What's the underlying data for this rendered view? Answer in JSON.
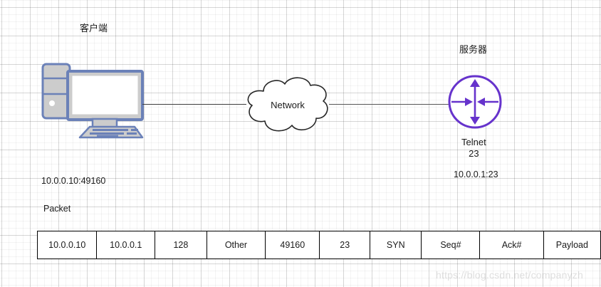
{
  "diagram": {
    "nodes": {
      "client": {
        "label": "客户端",
        "address": "10.0.0.10:49160",
        "icon": "desktop-computer-icon"
      },
      "network": {
        "label": "Network",
        "icon": "cloud-icon"
      },
      "server": {
        "label": "服务器",
        "service": "Telnet",
        "port": "23",
        "address": "10.0.0.1:23",
        "icon": "router-icon"
      }
    },
    "packet": {
      "caption": "Packet",
      "fields": [
        "10.0.0.10",
        "10.0.0.1",
        "128",
        "Other",
        "49160",
        "23",
        "SYN",
        "Seq#",
        "Ack#",
        "Payload"
      ]
    },
    "colors": {
      "accent_purple": "#6633CC",
      "computer_blue": "#6B81B8",
      "computer_gray": "#CCCCCC",
      "link_line": "#3d3d3d"
    }
  },
  "watermark": {
    "text": "https://blog.csdn.net/companyzh"
  }
}
